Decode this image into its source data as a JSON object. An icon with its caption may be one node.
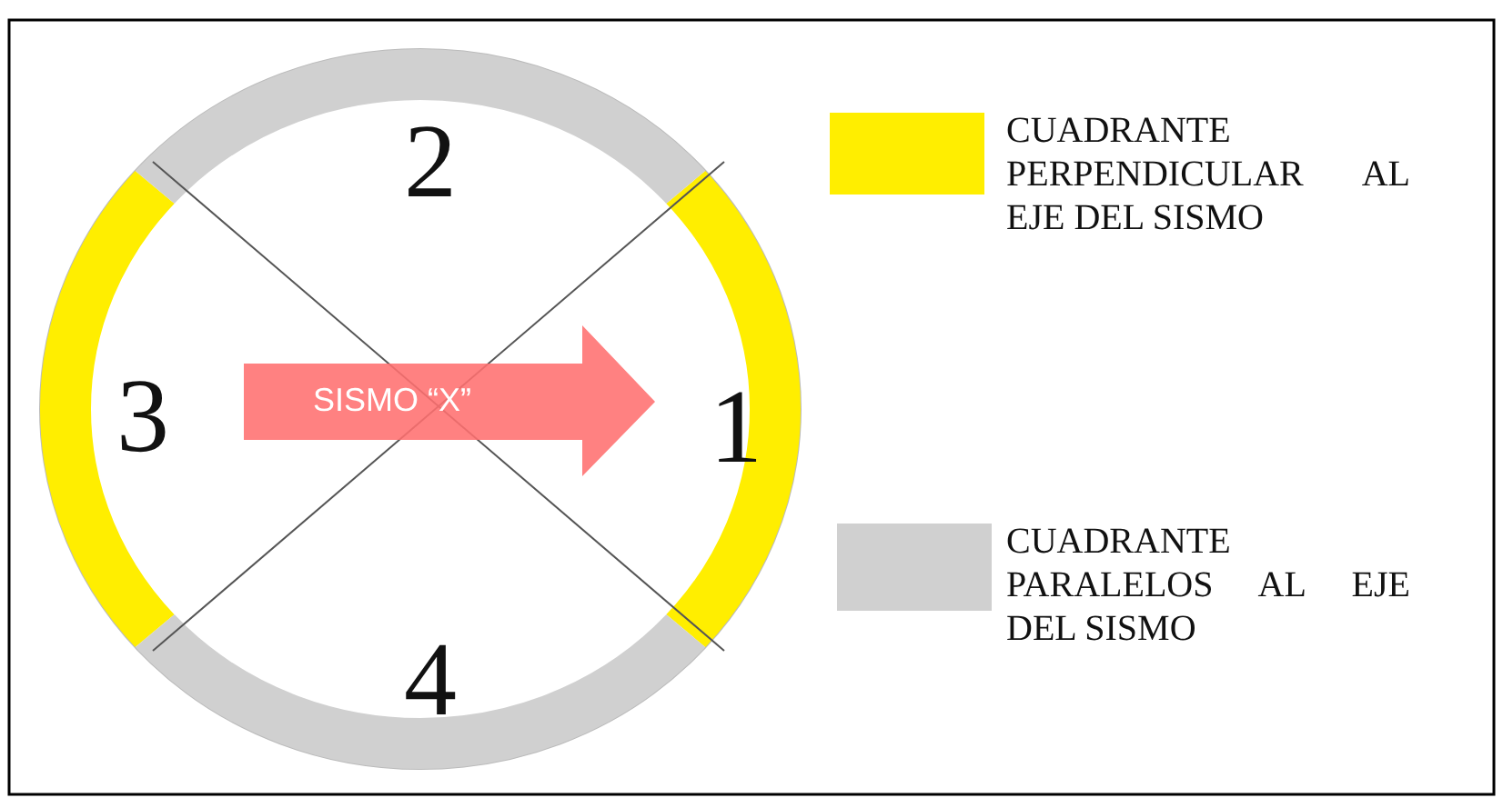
{
  "diagram": {
    "labels": [
      "2",
      "3",
      "SISMO “X”",
      "1",
      "4"
    ],
    "legend": [
      {
        "text": "CUADRANTE PERPENDICULAR AL EJE DEL SISMO",
        "color": "#ffee00"
      },
      {
        "text": "CUADRANTE PARALELOS AL EJE DEL SISMO",
        "color": "#d0d0d0"
      }
    ]
  }
}
